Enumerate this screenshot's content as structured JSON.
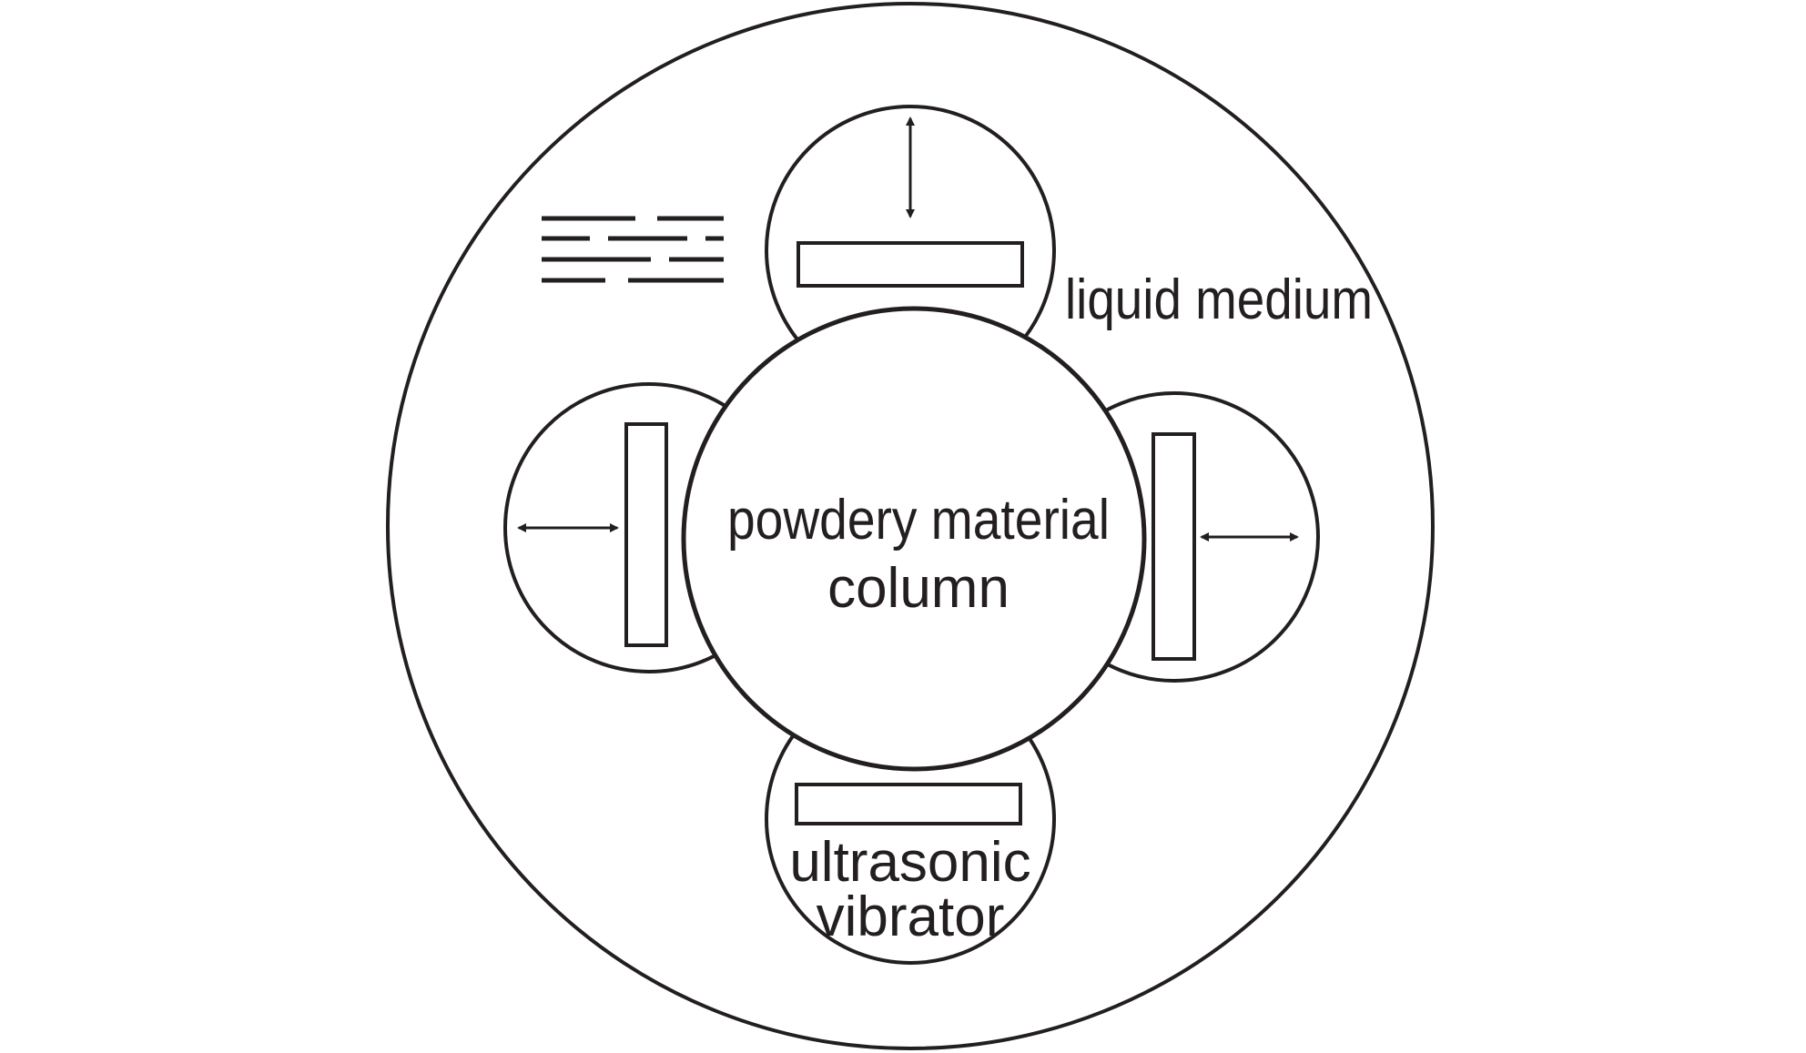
{
  "labels": {
    "liquid_medium": "liquid medium",
    "powdery_material_column_line1": "powdery material",
    "powdery_material_column_line2": "column",
    "ultrasonic_vibrator_line1": "ultrasonic",
    "ultrasonic_vibrator_line2": "vibrator"
  },
  "colors": {
    "stroke": "#231f20",
    "background": "#ffffff"
  },
  "icons": {
    "arrows": "double-headed-arrow",
    "liquid": "dashed-lines-liquid-symbol"
  }
}
